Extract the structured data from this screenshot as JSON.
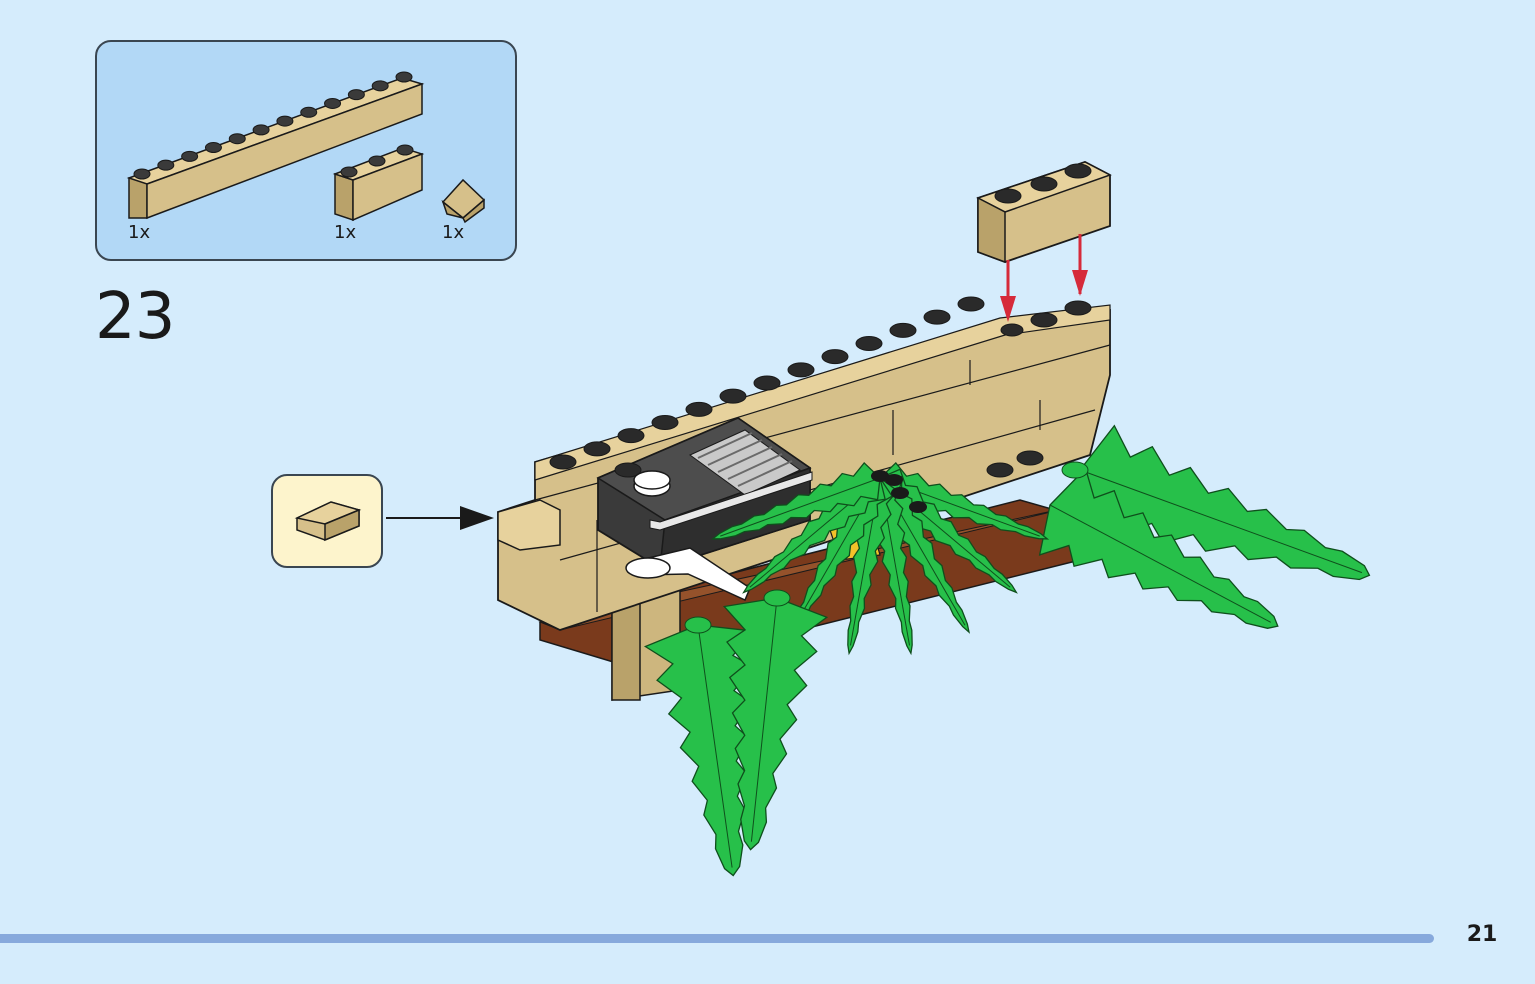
{
  "step": {
    "number": "23"
  },
  "parts": [
    {
      "name": "tan-brick-1x12",
      "qty": "1x"
    },
    {
      "name": "tan-brick-1x3",
      "qty": "1x"
    },
    {
      "name": "tan-slope-cheese",
      "qty": "1x"
    }
  ],
  "page": {
    "number": "21"
  },
  "colors": {
    "background": "#d5ecfc",
    "parts_panel": "#b2d8f6",
    "callout_panel": "#fdf4cc",
    "tan": "#d6c08a",
    "tan_dark": "#b9a26a",
    "leaf": "#27c04a",
    "leaf_dark": "#179133",
    "arrow_red": "#d62a3a",
    "footer_bar": "#87a9dc"
  },
  "icons": [
    "brick-icon",
    "slope-icon",
    "red-arrow-icon",
    "placement-arrow-icon",
    "palm-leaf-icon",
    "camera-brick-icon"
  ]
}
